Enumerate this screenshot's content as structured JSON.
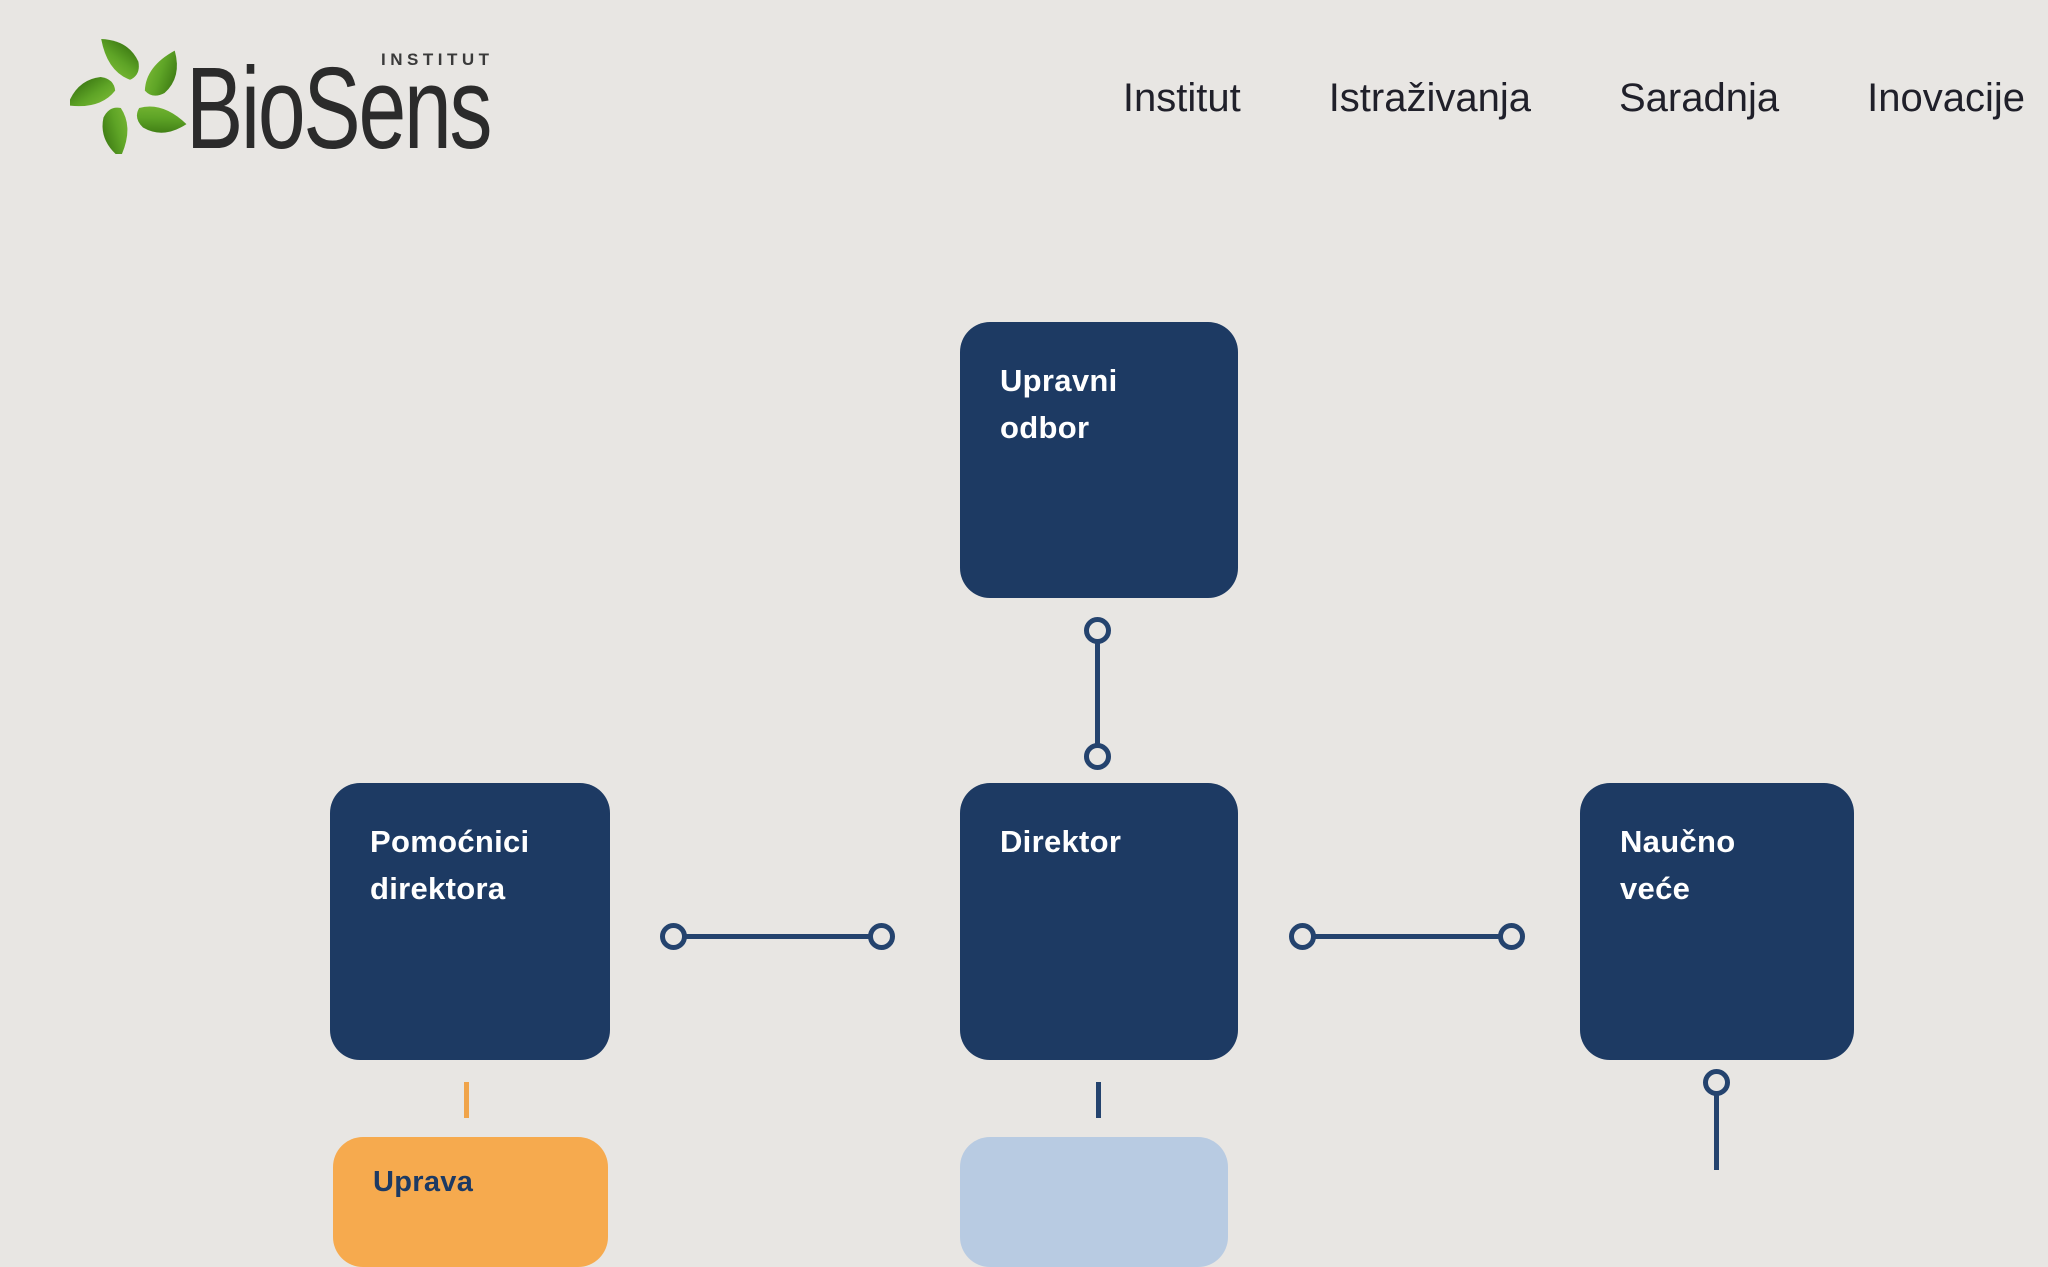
{
  "brand": {
    "wordmark": "BioSens",
    "tagline": "INSTITUT"
  },
  "nav": {
    "items": [
      {
        "label": "Institut"
      },
      {
        "label": "Istraživanja"
      },
      {
        "label": "Saradnja"
      },
      {
        "label": "Inovacije"
      }
    ]
  },
  "org_chart": {
    "type": "organizational-diagram",
    "nodes": [
      {
        "id": "upravni-odbor",
        "label": "Upravni odbor",
        "color": "#1d3a63",
        "text_color": "#ffffff"
      },
      {
        "id": "pomocnici-direktora",
        "label": "Pomoćnici direktora",
        "color": "#1d3a63",
        "text_color": "#ffffff"
      },
      {
        "id": "direktor",
        "label": "Direktor",
        "color": "#1d3a63",
        "text_color": "#ffffff"
      },
      {
        "id": "naucno-vece",
        "label": "Naučno veće",
        "color": "#1d3a63",
        "text_color": "#ffffff"
      },
      {
        "id": "uprava",
        "label": "Uprava",
        "color": "#f6aa4e",
        "text_color": "#1d3a63"
      },
      {
        "id": "donji-sektor",
        "label": "",
        "color": "#b8cbe2"
      }
    ],
    "edges": [
      {
        "from": "upravni-odbor",
        "to": "direktor",
        "style": "line-with-circle-ends"
      },
      {
        "from": "pomocnici-direktora",
        "to": "direktor",
        "style": "line-with-circle-ends"
      },
      {
        "from": "direktor",
        "to": "naucno-vece",
        "style": "line-with-circle-ends"
      },
      {
        "from": "pomocnici-direktora",
        "to": "uprava",
        "style": "short-dash",
        "color": "#f0a44a"
      },
      {
        "from": "direktor",
        "to": "donji-sektor",
        "style": "short-dash",
        "color": "#24436e"
      },
      {
        "from": "naucno-vece",
        "to": "offscreen-below",
        "style": "circle-then-line",
        "color": "#24436e"
      }
    ]
  },
  "colors": {
    "background": "#e8e6e3",
    "navy_box": "#1d3a63",
    "connector": "#24436e",
    "orange_box": "#f6aa4e",
    "orange_connector": "#f0a44a",
    "light_blue_box": "#b8cbe2",
    "nav_text": "#20202a",
    "leaf_green_dark": "#3f7d16",
    "leaf_green_light": "#8bc63f"
  }
}
